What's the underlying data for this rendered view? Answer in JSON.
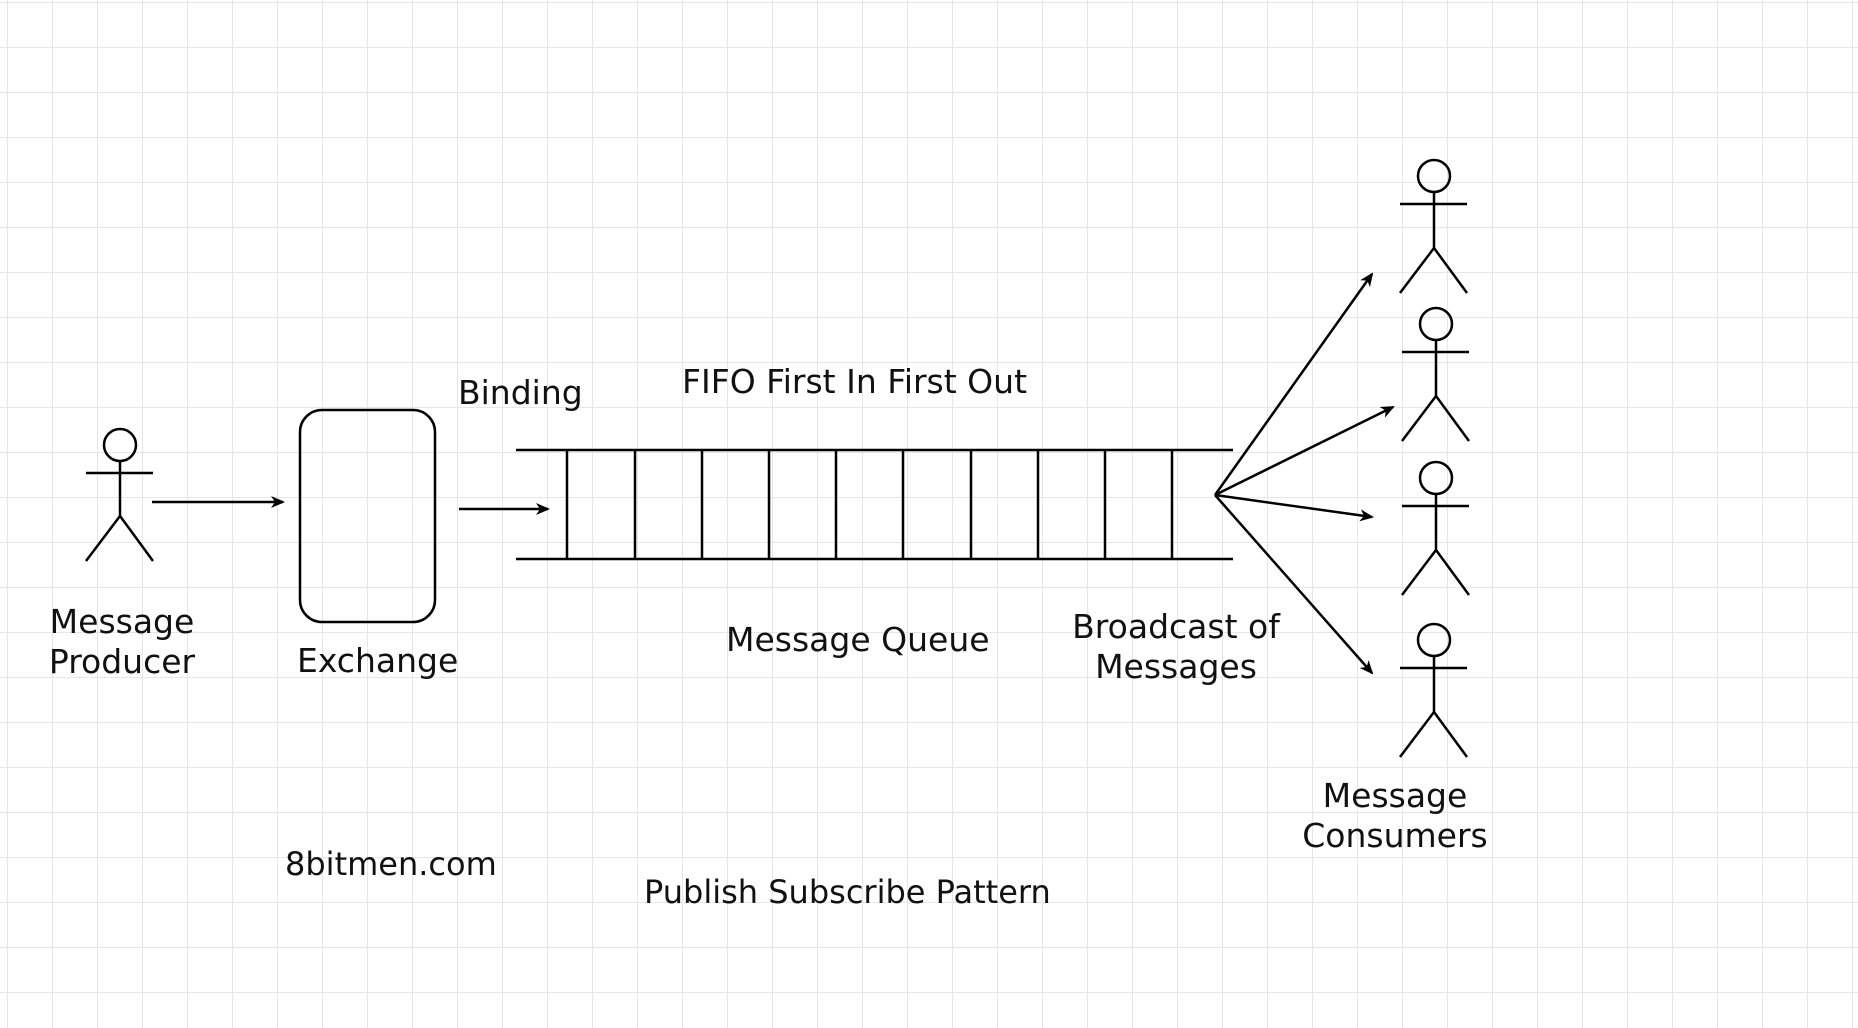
{
  "diagram": {
    "producer": {
      "label_line1": "Message",
      "label_line2": "Producer"
    },
    "exchange": {
      "label": "Exchange"
    },
    "binding": {
      "label": "Binding"
    },
    "queue": {
      "fifo_label": "FIFO First In First Out",
      "label": "Message Queue"
    },
    "broadcast": {
      "label_line1": "Broadcast of",
      "label_line2": "Messages"
    },
    "consumers": {
      "label_line1": "Message",
      "label_line2": "Consumers"
    },
    "watermark": "8bitmen.com",
    "caption": "Publish Subscribe Pattern"
  },
  "colors": {
    "stroke": "#000000",
    "text": "#111111",
    "grid": "#e6e6e6",
    "background": "#ffffff"
  }
}
